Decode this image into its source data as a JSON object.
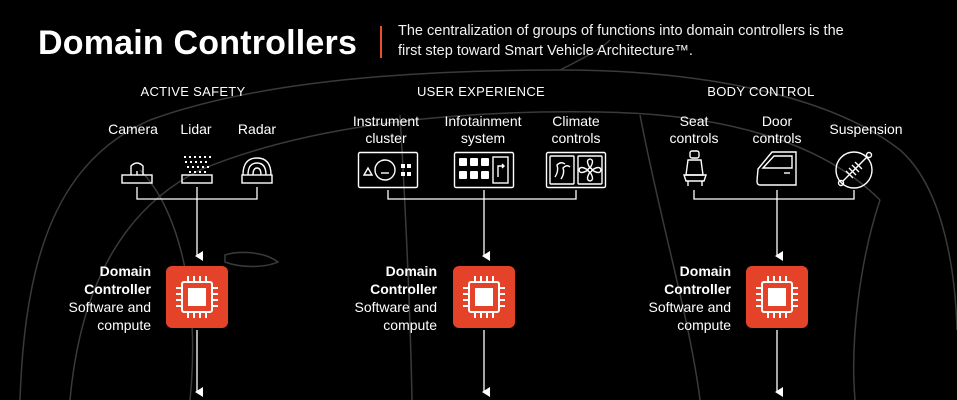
{
  "header": {
    "title": "Domain Controllers",
    "subtitle": "The centralization of groups of functions into domain controllers is the first step toward Smart Vehicle Architecture™."
  },
  "domains": [
    {
      "category": "ACTIVE SAFETY",
      "functions": [
        {
          "label": "Camera",
          "icon": "camera-icon"
        },
        {
          "label": "Lidar",
          "icon": "lidar-icon"
        },
        {
          "label": "Radar",
          "icon": "radar-icon"
        }
      ],
      "controller": {
        "title": "Domain Controller",
        "desc": "Software and compute",
        "icon": "processor-chip-icon"
      }
    },
    {
      "category": "USER EXPERIENCE",
      "functions": [
        {
          "label": "Instrument cluster",
          "icon": "instrument-cluster-icon"
        },
        {
          "label": "Infotainment system",
          "icon": "infotainment-icon"
        },
        {
          "label": "Climate controls",
          "icon": "climate-controls-icon"
        }
      ],
      "controller": {
        "title": "Domain Controller",
        "desc": "Software and compute",
        "icon": "processor-chip-icon"
      }
    },
    {
      "category": "BODY CONTROL",
      "functions": [
        {
          "label": "Seat controls",
          "icon": "seat-icon"
        },
        {
          "label": "Door controls",
          "icon": "car-door-icon"
        },
        {
          "label": "Suspension",
          "icon": "suspension-icon"
        }
      ],
      "controller": {
        "title": "Domain Controller",
        "desc": "Software and compute",
        "icon": "processor-chip-icon"
      }
    }
  ],
  "colors": {
    "background": "#000000",
    "accent": "#e4432a",
    "line": "#ffffff"
  }
}
